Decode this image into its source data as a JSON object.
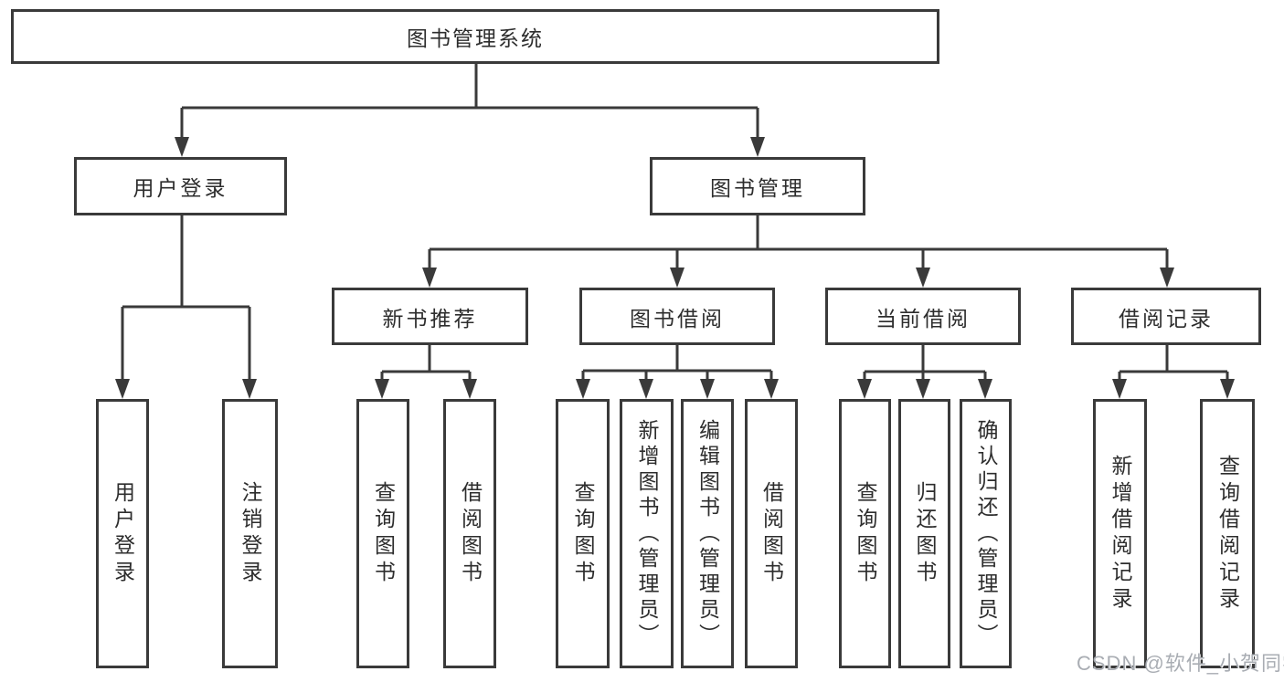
{
  "title": "图书管理系统",
  "nodes": {
    "root": "图书管理系统",
    "level2": [
      "用户登录",
      "图书管理"
    ],
    "level3": [
      "新书推荐",
      "图书借阅",
      "当前借阅",
      "借阅记录"
    ],
    "leaves": {
      "user_login": [
        "用户登录",
        "注销登录"
      ],
      "new_book_recommend": [
        "查询图书",
        "借阅图书"
      ],
      "book_borrow": [
        "查询图书",
        "新增图书（管理员）",
        "编辑图书（管理员）",
        "借阅图书"
      ],
      "current_borrow": [
        "查询图书",
        "归还图书",
        "确认归还（管理员）"
      ],
      "borrow_records": [
        "新增借阅记录",
        "查询借阅记录"
      ]
    }
  },
  "watermark": "CSDN @软件_小贺同学",
  "colors": {
    "line": "#3a3a3a",
    "box_border": "#3a3a3a",
    "text": "#2d2d2d",
    "watermark": "#a9adb3",
    "background": "#ffffff"
  }
}
